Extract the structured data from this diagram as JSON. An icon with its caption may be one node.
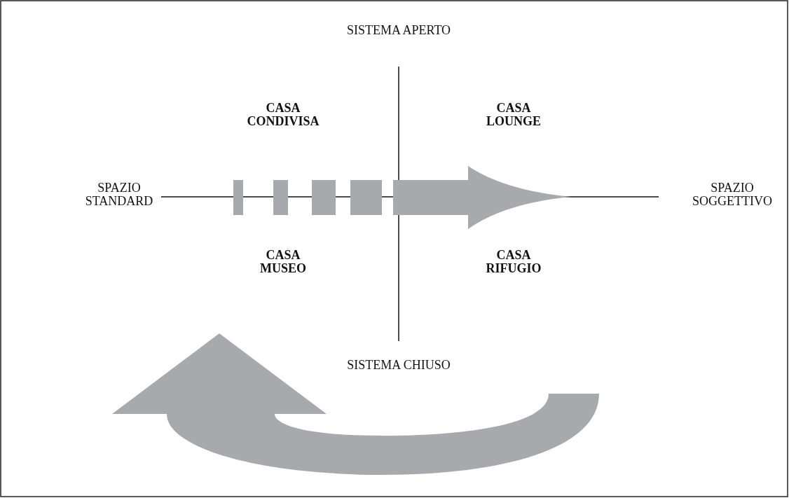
{
  "diagram": {
    "labels": [
      "SISTEMA APERTO",
      "CASA CONDIVISA",
      "CASA LOUNGE",
      "SPAZIO STANDARD",
      "SPAZIO SOGGETTIVO",
      "CASA MUSEO",
      "CASA RIFUGIO",
      "SISTEMA CHIUSO"
    ]
  }
}
